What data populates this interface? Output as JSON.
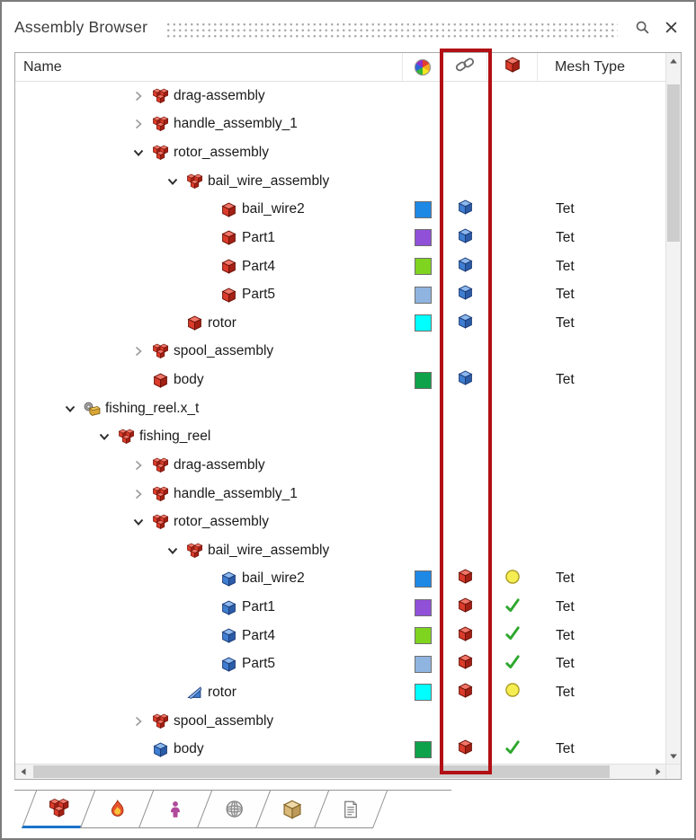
{
  "window": {
    "title": "Assembly Browser"
  },
  "columns": {
    "name": "Name",
    "color_icon": "color-wheel",
    "link_icon": "chain-link",
    "mesh_icon": "red-cube",
    "mesh_type": "Mesh Type"
  },
  "colors": {
    "highlight": "#B21014",
    "active_tab": "#1B72C8"
  },
  "tree": {
    "rows": [
      {
        "label": "drag-assembly",
        "level": 2,
        "expander": "closed",
        "icon": "assembly",
        "swatch": null,
        "link": null,
        "status": null,
        "mesh_type": ""
      },
      {
        "label": "handle_assembly_1",
        "level": 2,
        "expander": "closed",
        "icon": "assembly",
        "swatch": null,
        "link": null,
        "status": null,
        "mesh_type": ""
      },
      {
        "label": "rotor_assembly",
        "level": 2,
        "expander": "open",
        "icon": "assembly",
        "swatch": null,
        "link": null,
        "status": null,
        "mesh_type": ""
      },
      {
        "label": "bail_wire_assembly",
        "level": 3,
        "expander": "open",
        "icon": "assembly",
        "swatch": null,
        "link": null,
        "status": null,
        "mesh_type": ""
      },
      {
        "label": "bail_wire2",
        "level": 4,
        "expander": "none",
        "icon": "cube-red",
        "swatch": "#1E88E5",
        "link": "cube-blue",
        "status": null,
        "mesh_type": "Tet"
      },
      {
        "label": "Part1",
        "level": 4,
        "expander": "none",
        "icon": "cube-red",
        "swatch": "#9050D8",
        "link": "cube-blue",
        "status": null,
        "mesh_type": "Tet"
      },
      {
        "label": "Part4",
        "level": 4,
        "expander": "none",
        "icon": "cube-red",
        "swatch": "#7FD41F",
        "link": "cube-blue",
        "status": null,
        "mesh_type": "Tet"
      },
      {
        "label": "Part5",
        "level": 4,
        "expander": "none",
        "icon": "cube-red",
        "swatch": "#90B4E0",
        "link": "cube-blue",
        "status": null,
        "mesh_type": "Tet"
      },
      {
        "label": "rotor",
        "level": 3,
        "expander": "none",
        "icon": "cube-red",
        "swatch": "#00FFFF",
        "link": "cube-blue",
        "status": null,
        "mesh_type": "Tet"
      },
      {
        "label": "spool_assembly",
        "level": 2,
        "expander": "closed",
        "icon": "assembly",
        "swatch": null,
        "link": null,
        "status": null,
        "mesh_type": ""
      },
      {
        "label": "body",
        "level": 2,
        "expander": "none",
        "icon": "cube-red",
        "swatch": "#0EA24A",
        "link": "cube-blue",
        "status": null,
        "mesh_type": "Tet"
      },
      {
        "label": "fishing_reel.x_t",
        "level": 0,
        "expander": "open",
        "icon": "part-file",
        "swatch": null,
        "link": null,
        "status": null,
        "mesh_type": ""
      },
      {
        "label": "fishing_reel",
        "level": 1,
        "expander": "open",
        "icon": "assembly",
        "swatch": null,
        "link": null,
        "status": null,
        "mesh_type": ""
      },
      {
        "label": "drag-assembly",
        "level": 2,
        "expander": "closed",
        "icon": "assembly",
        "swatch": null,
        "link": null,
        "status": null,
        "mesh_type": ""
      },
      {
        "label": "handle_assembly_1",
        "level": 2,
        "expander": "closed",
        "icon": "assembly",
        "swatch": null,
        "link": null,
        "status": null,
        "mesh_type": ""
      },
      {
        "label": "rotor_assembly",
        "level": 2,
        "expander": "open",
        "icon": "assembly",
        "swatch": null,
        "link": null,
        "status": null,
        "mesh_type": ""
      },
      {
        "label": "bail_wire_assembly",
        "level": 3,
        "expander": "open",
        "icon": "assembly",
        "swatch": null,
        "link": null,
        "status": null,
        "mesh_type": ""
      },
      {
        "label": "bail_wire2",
        "level": 4,
        "expander": "none",
        "icon": "cube-blue",
        "swatch": "#1E88E5",
        "link": "cube-red",
        "status": "pending",
        "mesh_type": "Tet"
      },
      {
        "label": "Part1",
        "level": 4,
        "expander": "none",
        "icon": "cube-blue",
        "swatch": "#9050D8",
        "link": "cube-red",
        "status": "check",
        "mesh_type": "Tet"
      },
      {
        "label": "Part4",
        "level": 4,
        "expander": "none",
        "icon": "cube-blue",
        "swatch": "#7FD41F",
        "link": "cube-red",
        "status": "check",
        "mesh_type": "Tet"
      },
      {
        "label": "Part5",
        "level": 4,
        "expander": "none",
        "icon": "cube-blue",
        "swatch": "#90B4E0",
        "link": "cube-red",
        "status": "check",
        "mesh_type": "Tet"
      },
      {
        "label": "rotor",
        "level": 3,
        "expander": "none",
        "icon": "prism-blue",
        "swatch": "#00FFFF",
        "link": "cube-red",
        "status": "pending",
        "mesh_type": "Tet"
      },
      {
        "label": "spool_assembly",
        "level": 2,
        "expander": "closed",
        "icon": "assembly",
        "swatch": null,
        "link": null,
        "status": null,
        "mesh_type": ""
      },
      {
        "label": "body",
        "level": 2,
        "expander": "none",
        "icon": "cube-blue",
        "swatch": "#0EA24A",
        "link": "cube-red",
        "status": "check",
        "mesh_type": "Tet"
      }
    ]
  },
  "tabs": [
    {
      "id": "assembly",
      "active": true
    },
    {
      "id": "thermal",
      "active": false
    },
    {
      "id": "manikin",
      "active": false
    },
    {
      "id": "mesh",
      "active": false
    },
    {
      "id": "material",
      "active": false
    },
    {
      "id": "report",
      "active": false
    }
  ]
}
